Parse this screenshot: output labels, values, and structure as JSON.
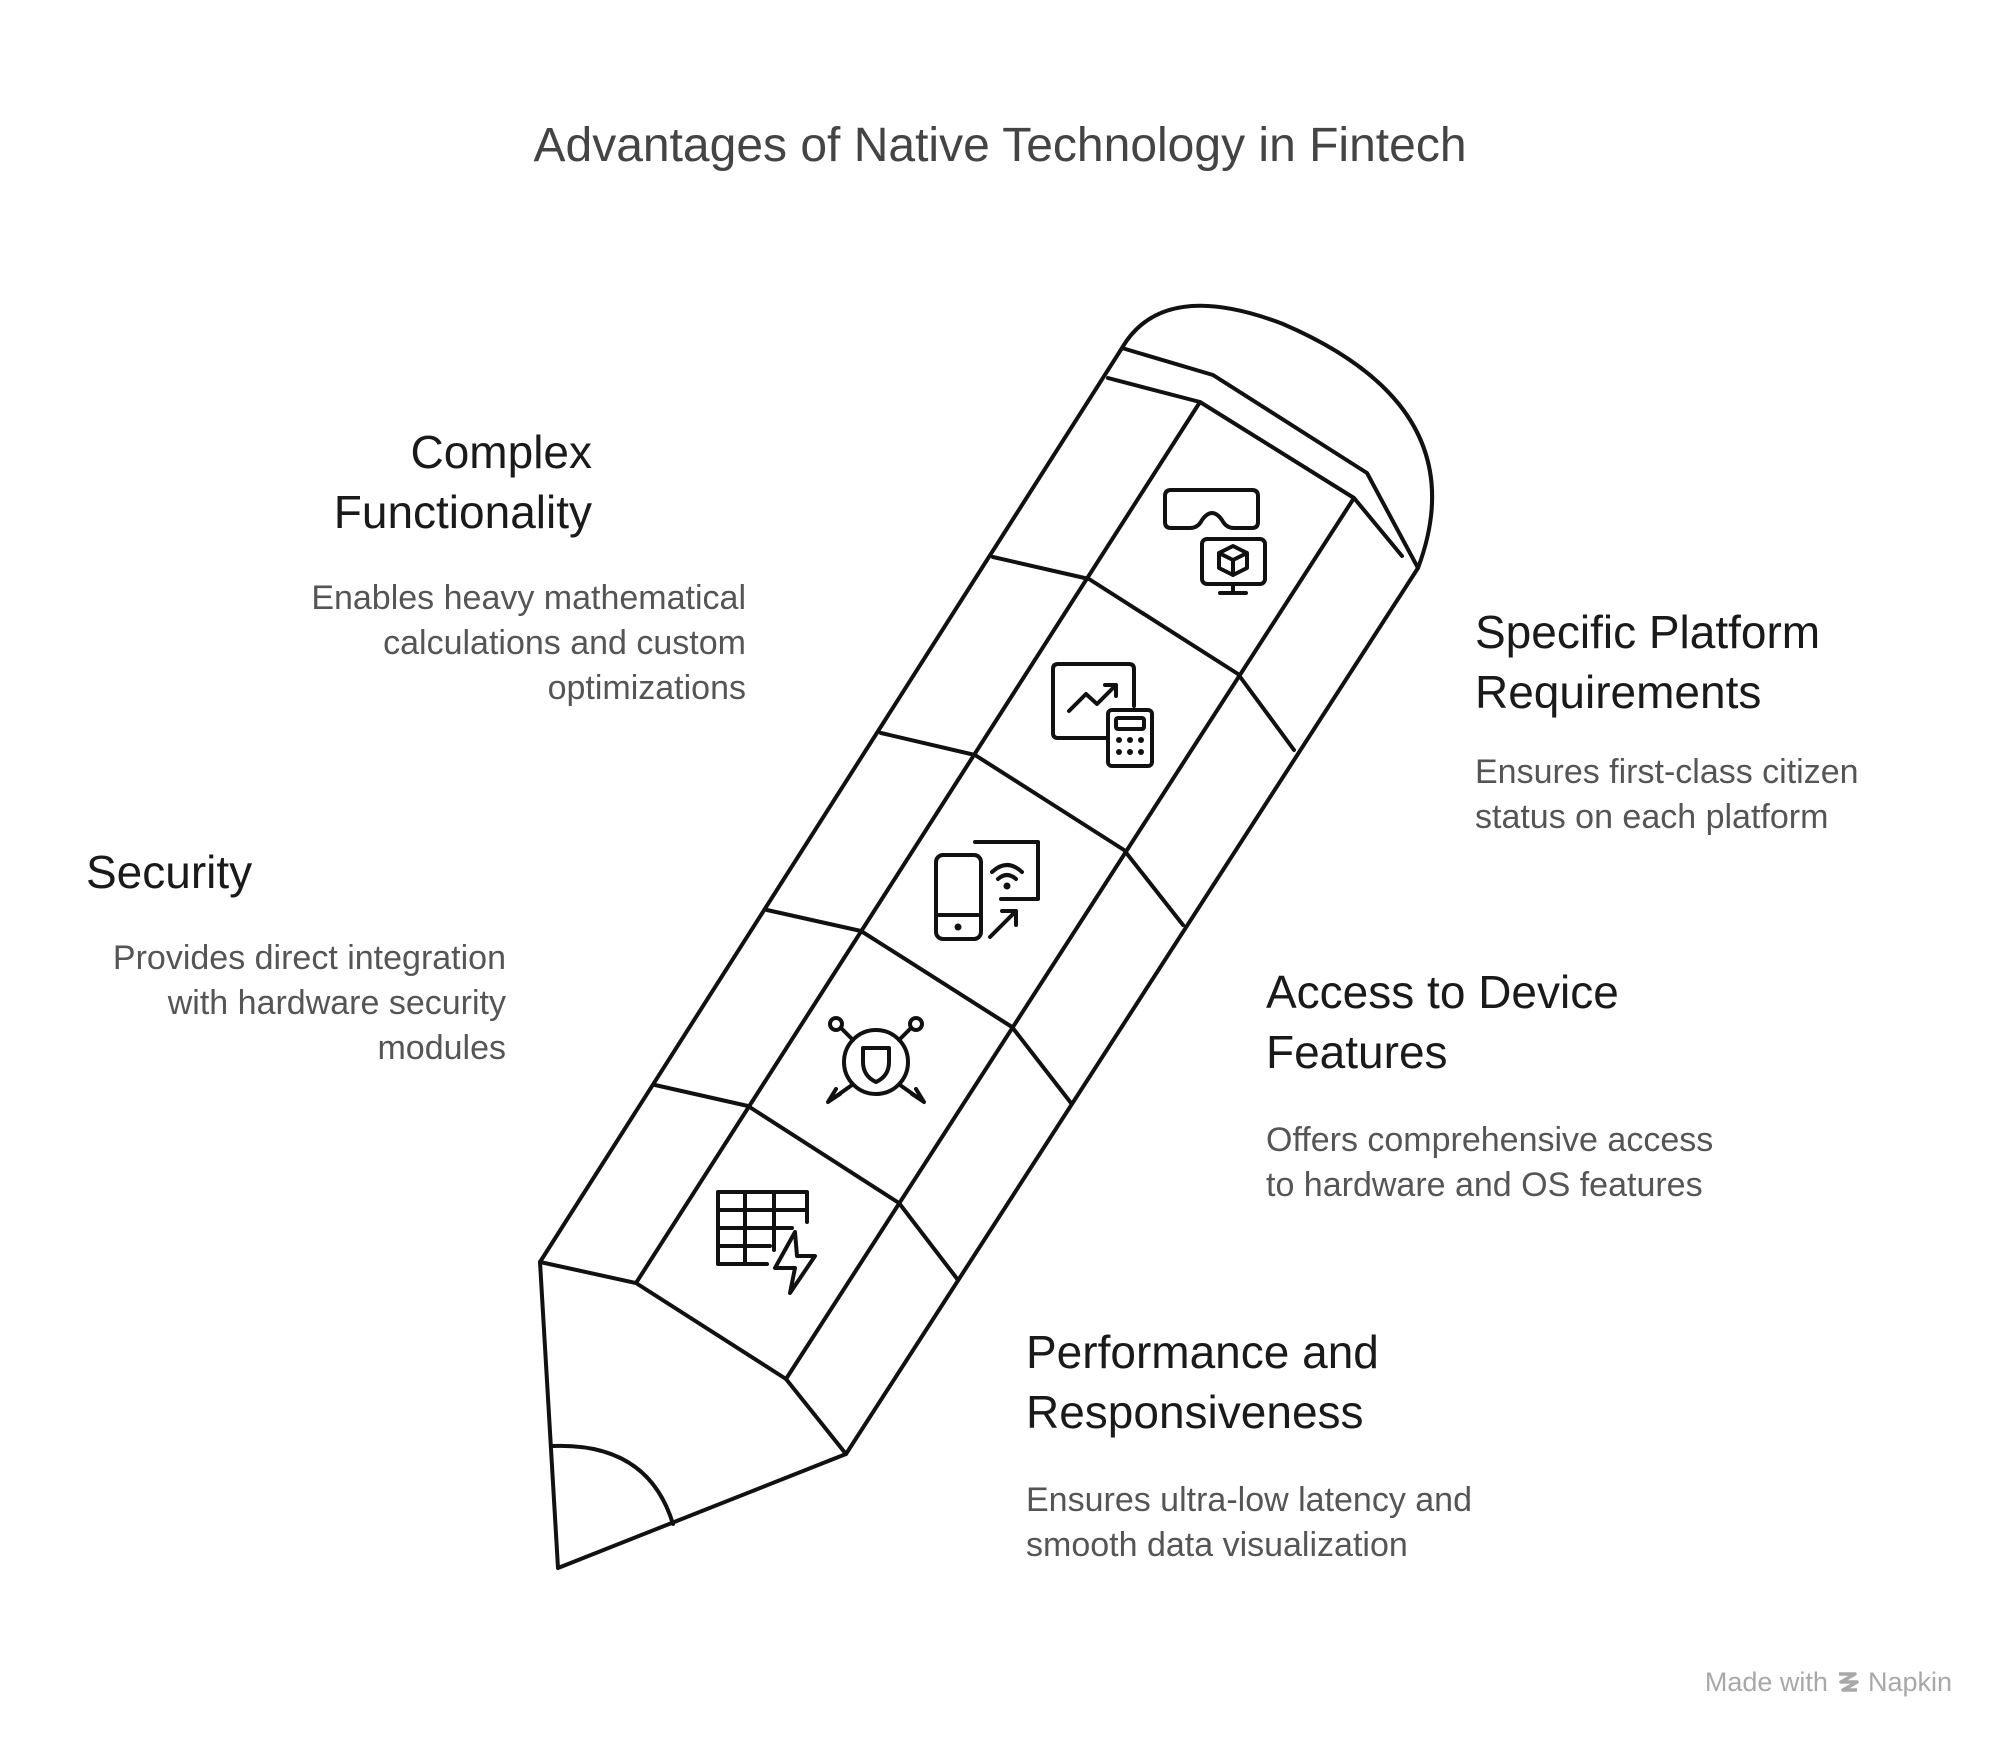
{
  "title": "Advantages of Native Technology in Fintech",
  "items": [
    {
      "id": "complex-functionality",
      "heading": "Complex Functionality",
      "description": "Enables heavy mathematical calculations and custom optimizations",
      "icon": "vr-headset-cube-monitor-icon"
    },
    {
      "id": "specific-platform-requirements",
      "heading": "Specific Platform Requirements",
      "description": "Ensures first-class citizen status on each platform",
      "icon": "chart-calculator-icon"
    },
    {
      "id": "security",
      "heading": "Security",
      "description": "Provides direct integration with hardware security modules",
      "icon": "phone-wifi-screen-icon"
    },
    {
      "id": "access-to-device-features",
      "heading": "Access to Device Features",
      "description": "Offers comprehensive access to hardware and OS features",
      "icon": "shield-network-icon"
    },
    {
      "id": "performance-and-responsiveness",
      "heading": "Performance and Responsiveness",
      "description": "Ensures ultra-low latency and smooth data visualization",
      "icon": "table-lightning-icon"
    }
  ],
  "footer": {
    "made_with": "Made with",
    "brand": "Napkin"
  },
  "colors": {
    "stroke": "#111111",
    "heading": "#1a1a1a",
    "description": "#555555",
    "title": "#444444",
    "footer": "#a8a8a8"
  }
}
